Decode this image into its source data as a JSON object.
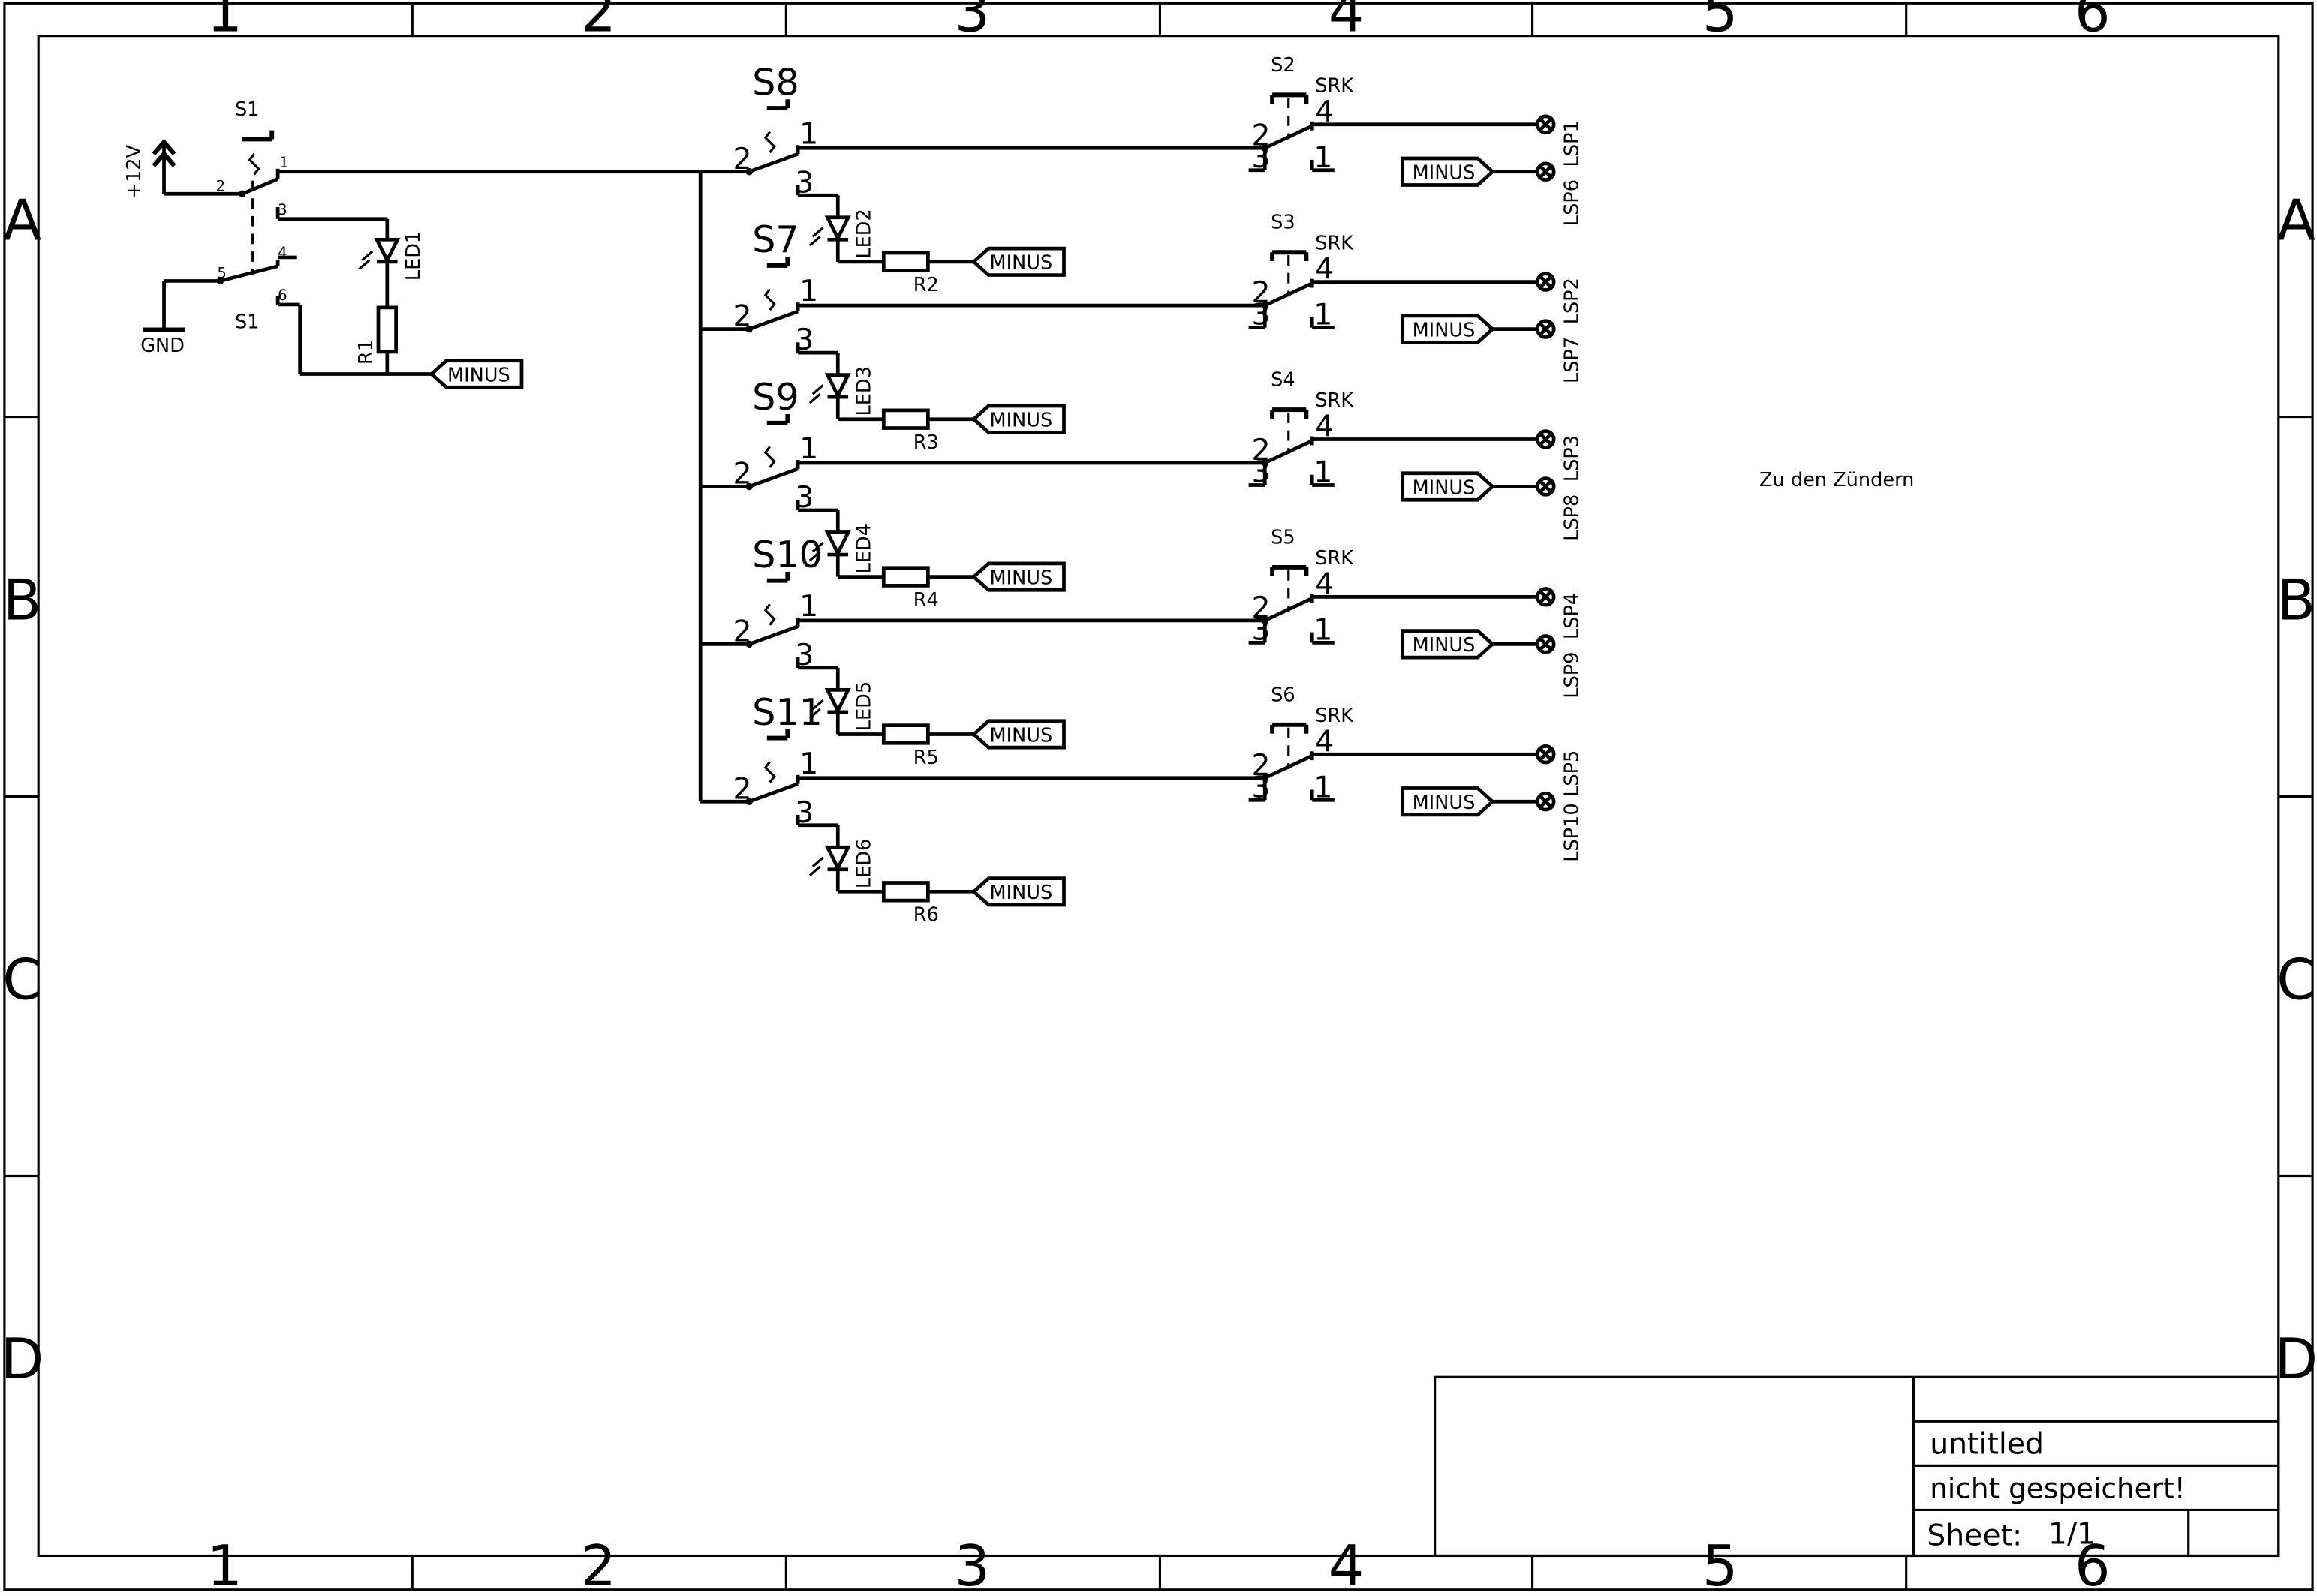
{
  "frame": {
    "columns": [
      "1",
      "2",
      "3",
      "4",
      "5",
      "6"
    ],
    "rows": [
      "A",
      "B",
      "C",
      "D"
    ]
  },
  "title_block": {
    "title": "untitled",
    "status": "nicht gespeichert!",
    "sheet_label": "Sheet:",
    "sheet_value": "1/1"
  },
  "power": {
    "supply": "+12V",
    "ground": "GND",
    "net": "MINUS"
  },
  "main_switch": {
    "ref": "S1"
  },
  "led_main": {
    "led": "LED1",
    "resistor": "R1"
  },
  "channels": [
    {
      "trigger": "S8",
      "led": "LED2",
      "resistor": "R2",
      "selector": "S2",
      "selector_type": "SRK",
      "out_a": "LSP1",
      "out_b": "LSP6"
    },
    {
      "trigger": "S7",
      "led": "LED3",
      "resistor": "R3",
      "selector": "S3",
      "selector_type": "SRK",
      "out_a": "LSP2",
      "out_b": "LSP7"
    },
    {
      "trigger": "S9",
      "led": "LED4",
      "resistor": "R4",
      "selector": "S4",
      "selector_type": "SRK",
      "out_a": "LSP3",
      "out_b": "LSP8"
    },
    {
      "trigger": "S10",
      "led": "LED5",
      "resistor": "R5",
      "selector": "S5",
      "selector_type": "SRK",
      "out_a": "LSP4",
      "out_b": "LSP9"
    },
    {
      "trigger": "S11",
      "led": "LED6",
      "resistor": "R6",
      "selector": "S6",
      "selector_type": "SRK",
      "out_a": "LSP5",
      "out_b": "LSP10"
    }
  ],
  "note": "Zu den Zündern"
}
